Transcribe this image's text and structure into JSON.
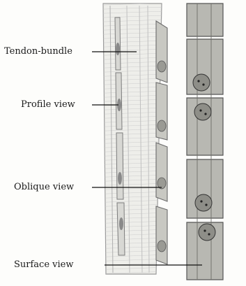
{
  "figure": {
    "labels": {
      "tendon_bundle": "Tendon-bundle",
      "profile_view": "Profile view",
      "oblique_view": "Oblique view",
      "surface_view": "Surface view"
    }
  }
}
